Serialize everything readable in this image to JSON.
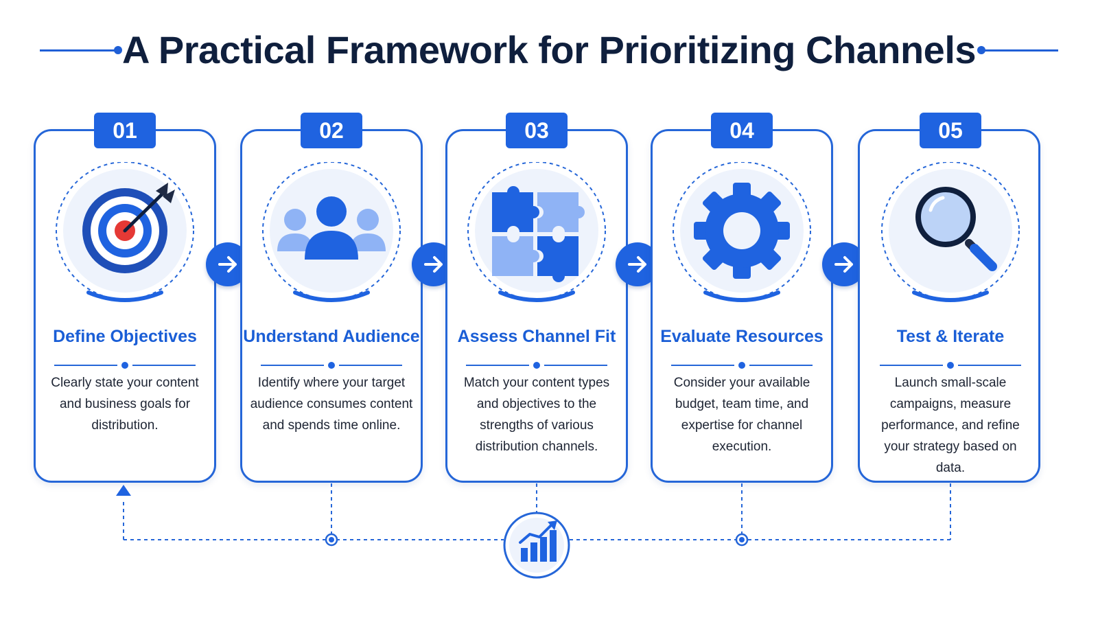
{
  "title": "A Practical Framework for Prioritizing Channels",
  "colors": {
    "primary": "#1f63e0",
    "title_text": "#0f1f3d",
    "heading_text": "#1a5ed6",
    "body_text": "#1d2433",
    "accent_red": "#e53935",
    "light_blue": "#8fb3f5"
  },
  "steps": [
    {
      "number": "01",
      "icon": "target-icon",
      "title": "Define Objectives",
      "description": "Clearly state your content and business goals for distribution."
    },
    {
      "number": "02",
      "icon": "audience-icon",
      "title": "Understand Audience",
      "description": "Identify where your target audience consumes content and spends time online."
    },
    {
      "number": "03",
      "icon": "puzzle-icon",
      "title": "Assess Channel Fit",
      "description": "Match your content types and objectives to the strengths of various distribution channels."
    },
    {
      "number": "04",
      "icon": "gear-icon",
      "title": "Evaluate Resources",
      "description": "Consider your available budget, team time, and expertise for channel execution."
    },
    {
      "number": "05",
      "icon": "magnifier-icon",
      "title": "Test & Iterate",
      "description": "Launch small-scale campaigns, measure performance, and refine your strategy based on data."
    }
  ],
  "arrows": [
    "arrow-right-icon",
    "arrow-right-icon",
    "arrow-right-icon",
    "arrow-right-icon"
  ],
  "feedback_loop": {
    "center_icon": "growth-chart-icon",
    "return_arrow_icon": "arrow-up-icon"
  }
}
